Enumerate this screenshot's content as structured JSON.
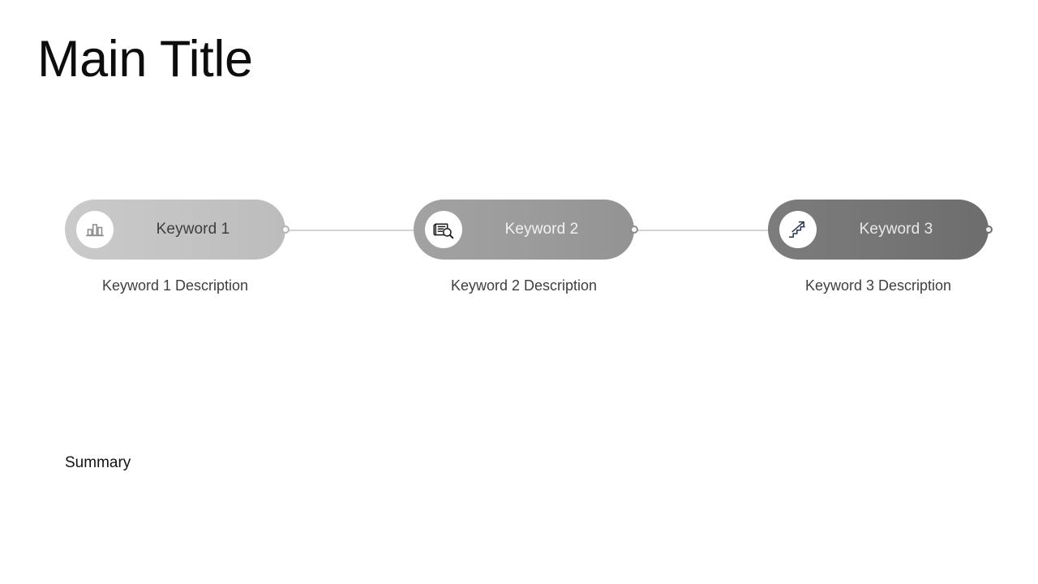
{
  "slide": {
    "title": "Main Title",
    "summary": "Summary",
    "background_color": "#ffffff"
  },
  "timeline": {
    "connector_color": "#d4d4d4",
    "steps": [
      {
        "label": "Keyword 1",
        "description": "Keyword 1 Description",
        "icon": "bar-chart-icon",
        "pill_color": "#c3c3c3",
        "label_color": "#3d3d3d",
        "icon_color": "#8f8f8f",
        "has_connector": true
      },
      {
        "label": "Keyword 2",
        "description": "Keyword 2 Description",
        "icon": "document-search-icon",
        "pill_color": "#9b9b9b",
        "label_color": "#f2f2f2",
        "icon_color": "#1c1c1c",
        "has_connector": true
      },
      {
        "label": "Keyword 3",
        "description": "Keyword 3 Description",
        "icon": "stairs-growth-arrow-icon",
        "pill_color": "#757575",
        "label_color": "#e9e9e9",
        "icon_color": "#253250",
        "has_connector": false
      }
    ]
  }
}
